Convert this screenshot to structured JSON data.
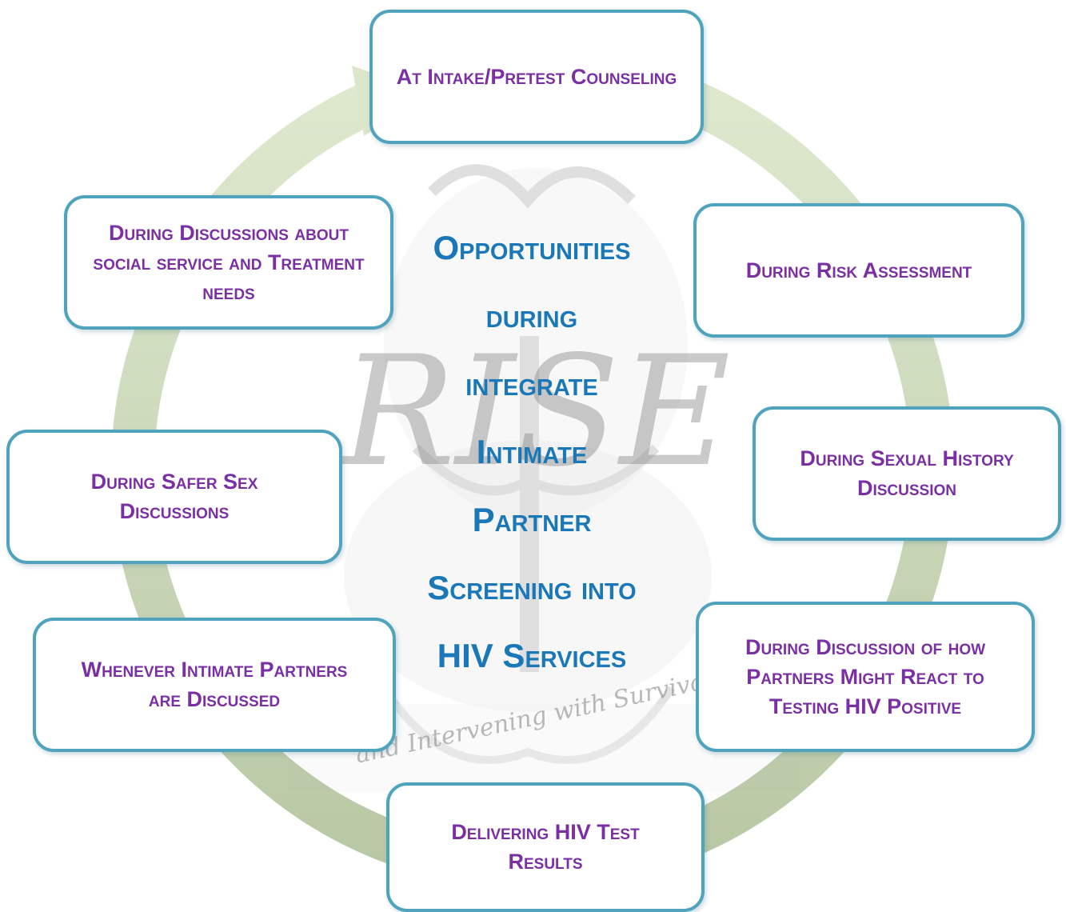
{
  "diagram": {
    "center_title": [
      "Opportunities",
      "during",
      "integrate",
      "Intimate",
      "Partner",
      "Screening into",
      "HIV Services"
    ],
    "stages": [
      "At Intake/Pretest Counseling",
      "During Risk Assessment",
      "During Sexual History Discussion",
      "During Discussion of how Partners Might React to Testing HIV Positive",
      "Delivering HIV Test Results",
      "Whenever Intimate Partners are Discussed",
      "During Safer Sex Discussions",
      "During Discussions about social service and Treatment needs"
    ],
    "watermark": {
      "logo": "RISE",
      "tagline": "and Intervening with Survivors Ef"
    },
    "colors": {
      "box_border": "#4fa3bd",
      "stage_text": "#7a2fa3",
      "center_text": "#1a78b8",
      "cycle_arrow": "#c9d9b4"
    }
  }
}
